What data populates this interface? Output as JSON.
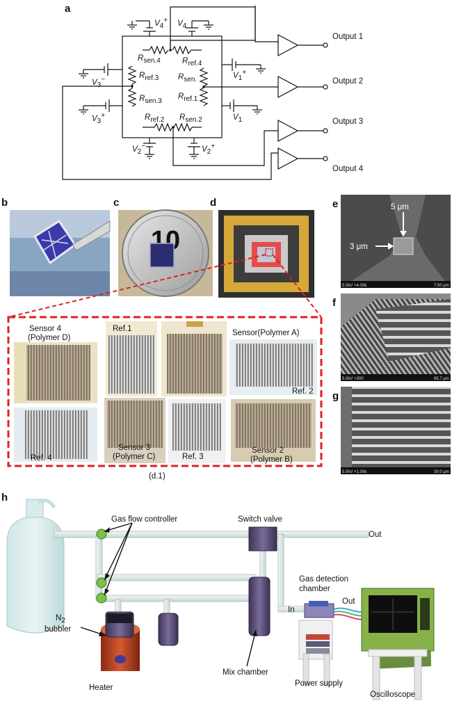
{
  "panels": {
    "a": "a",
    "b": "b",
    "c": "c",
    "d": "d",
    "e": "e",
    "f": "f",
    "g": "g",
    "h": "h"
  },
  "circuit": {
    "outputs": [
      "Output 1",
      "Output 2",
      "Output 3",
      "Output 4"
    ],
    "resistors": {
      "sen4": [
        "R",
        "sen.4"
      ],
      "ref4": [
        "R",
        "ref.4"
      ],
      "ref3": [
        "R",
        "ref.3"
      ],
      "sen3": [
        "R",
        "sen.3"
      ],
      "sen": [
        "R",
        "sen."
      ],
      "ref1": [
        "R",
        "ref.1"
      ],
      "ref2": [
        "R",
        "ref.2"
      ],
      "sen2": [
        "R",
        "sen.2"
      ]
    },
    "sources": {
      "v4p": [
        "V",
        "4",
        "+"
      ],
      "v4": [
        "V",
        "4",
        ""
      ],
      "v3m": [
        "V",
        "3",
        "−"
      ],
      "v3p": [
        "V",
        "3",
        "+"
      ],
      "v1p": [
        "V",
        "1",
        "+"
      ],
      "v1": [
        "V",
        "1",
        ""
      ],
      "v2m": [
        "V",
        "2",
        "−"
      ],
      "v2p": [
        "V",
        "2",
        "+"
      ]
    }
  },
  "photo_c": {
    "coin_text": "10"
  },
  "sem": {
    "e": {
      "dim_top": "5 μm",
      "dim_left": "3 μm",
      "info": "5.0kV ×4.00k",
      "scale": "7.50 μm"
    },
    "f": {
      "info": "5.0kV ×300",
      "scale": "85.7 μm"
    },
    "g": {
      "info": "5.0kV ×1.00k",
      "scale": "30.0 μm"
    }
  },
  "d1": {
    "labels": {
      "sensor4": [
        "Sensor 4",
        "(Polymer D)"
      ],
      "ref1": "Ref.1",
      "sensorA": "Sensor(Polymer A)",
      "ref2": "Ref. 2",
      "ref4": "Ref. 4",
      "sensor3": [
        "Sensor 3",
        "(Polymer C)"
      ],
      "ref3": "Ref. 3",
      "sensor2": [
        "Sensor 2",
        "(Polymer B)"
      ]
    },
    "caption": "(d.1)"
  },
  "setup": {
    "gas_flow_controller": "Gas flow controller",
    "switch_valve": "Switch valve",
    "out_top": "Out",
    "gas_detection_chamber": [
      "Gas detection",
      "chamber"
    ],
    "in": "In",
    "out_chamber": "Out",
    "n2_bubbler": [
      "N",
      "2",
      "bubbler"
    ],
    "heater": "Heater",
    "mix_chamber": "Mix chamber",
    "power_supply": "Power supply",
    "oscilloscope": "Oscilloscope"
  }
}
